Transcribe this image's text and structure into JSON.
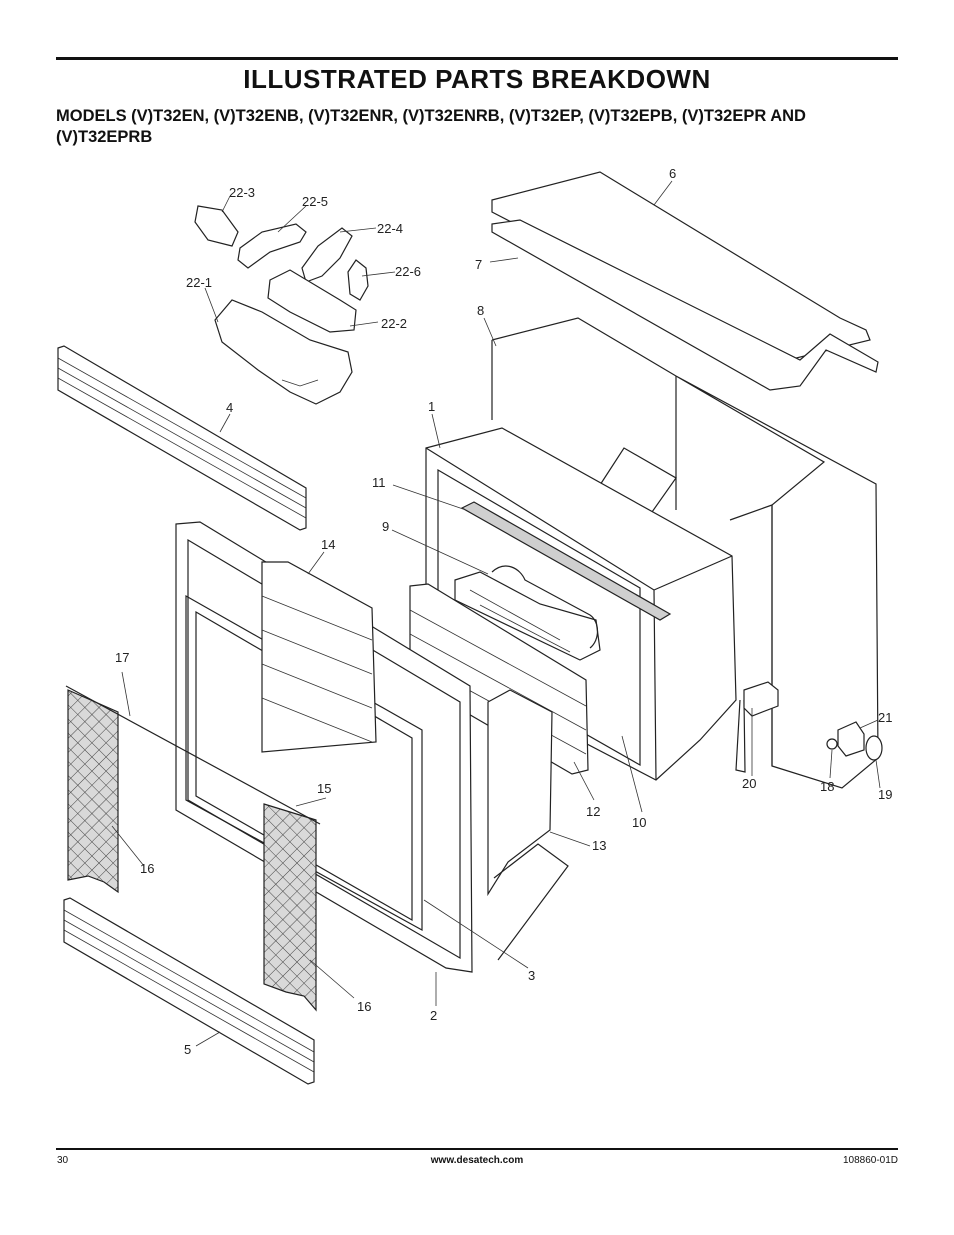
{
  "header": {
    "title": "ILLUSTRATED PARTS BREAKDOWN",
    "models": "MODELS (V)T32EN, (V)T32ENB, (V)T32ENR, (V)T32ENRB, (V)T32EP, (V)T32EPB, (V)T32EPR AND (V)T32EPRB"
  },
  "callouts": {
    "c22_3": "22-3",
    "c22_5": "22-5",
    "c22_4": "22-4",
    "c22_6": "22-6",
    "c22_1": "22-1",
    "c22_2": "22-2",
    "c6": "6",
    "c7": "7",
    "c8": "8",
    "c4": "4",
    "c1": "1",
    "c11": "11",
    "c9": "9",
    "c14": "14",
    "c17": "17",
    "c21": "21",
    "c20": "20",
    "c18": "18",
    "c19": "19",
    "c15": "15",
    "c12": "12",
    "c10": "10",
    "c13": "13",
    "c16a": "16",
    "c16b": "16",
    "c3": "3",
    "c2": "2",
    "c5": "5"
  },
  "footer": {
    "page_number": "30",
    "website": "www.desatech.com",
    "doc_number": "108860-01D"
  }
}
